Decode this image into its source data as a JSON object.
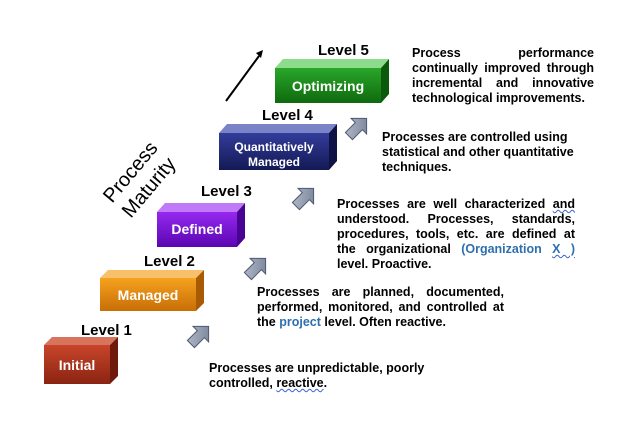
{
  "axis_label": {
    "line1": "Process",
    "line2": "Maturity"
  },
  "levels": [
    {
      "level": "Level  1",
      "name": "Initial",
      "color": "#a8321c"
    },
    {
      "level": "Level  2",
      "name": "Managed",
      "color": "#e08a0e"
    },
    {
      "level": "Level  3",
      "name": "Defined",
      "color": "#7a0fd6"
    },
    {
      "level": "Level  4",
      "name_line1": "Quantitatively",
      "name_line2": "Managed",
      "color": "#232a7a"
    },
    {
      "level": "Level  5",
      "name": "Optimizing",
      "color": "#1a8a1a"
    }
  ],
  "descriptions": {
    "d1": {
      "text1": "Processes are unpredictable, poorly controlled, ",
      "text2": "reactive",
      "text3": "."
    },
    "d2": {
      "text1": "Processes are planned, documented, performed, monitored, and controlled at the ",
      "highlight": "project",
      "text2": " level. Often reactive."
    },
    "d3": {
      "text1": "Processes are well characterized ",
      "wavy1": "and",
      "text2": " understood. Processes, standards, procedures, tools, etc. are defined at the organizational ",
      "highlight": "(Organization ",
      "highlight_wavy": "X )",
      "text3": " level.  Proactive."
    },
    "d4": {
      "text": "Processes are controlled using statistical and other quantitative techniques."
    },
    "d5": {
      "text": "Process performance continually improved through incremental and innovative technological improvements."
    }
  },
  "colors": {
    "arrow_fill": "#8a94a8",
    "arrow_stroke": "#4f5a70"
  }
}
